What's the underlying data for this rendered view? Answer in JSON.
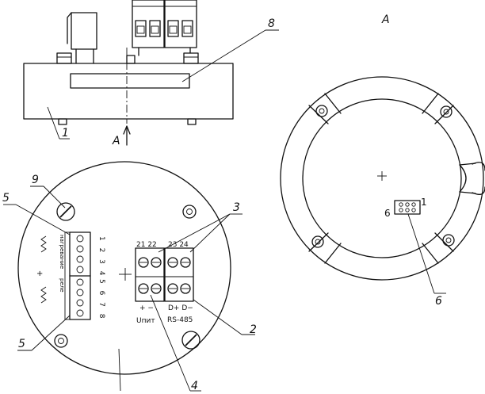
{
  "view_label": "А",
  "arrow_label": "А",
  "callouts": {
    "n1": "1",
    "n2": "2",
    "n3": "3",
    "n4": "4",
    "n5a": "5",
    "n5b": "5",
    "n6": "6",
    "n8": "8",
    "n9": "9"
  },
  "connector_labels": {
    "pin_left": "6",
    "pin_right": "1"
  },
  "terminals": {
    "top_left": "21 22",
    "top_right": "23 24",
    "bottom_left": "+  −",
    "bottom_right": "D+ D−",
    "power_label": "Uпит",
    "bus_label": "RS-485"
  },
  "side_block": {
    "upper_caption": "нагревание",
    "lower_caption": "реле",
    "numbers_upper": "1 2 3 4",
    "numbers_lower": "5 6 7 8",
    "pole_mark": "+"
  }
}
